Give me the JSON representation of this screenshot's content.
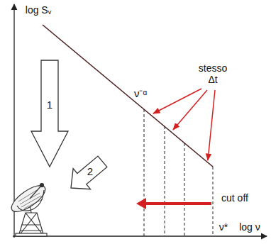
{
  "diagram": {
    "labels": [
      "log Sᵥ",
      "log ν",
      "ν⁻ᵅ",
      "stesso Δt",
      "cut off",
      "ν*",
      "1",
      "2"
    ]
  }
}
